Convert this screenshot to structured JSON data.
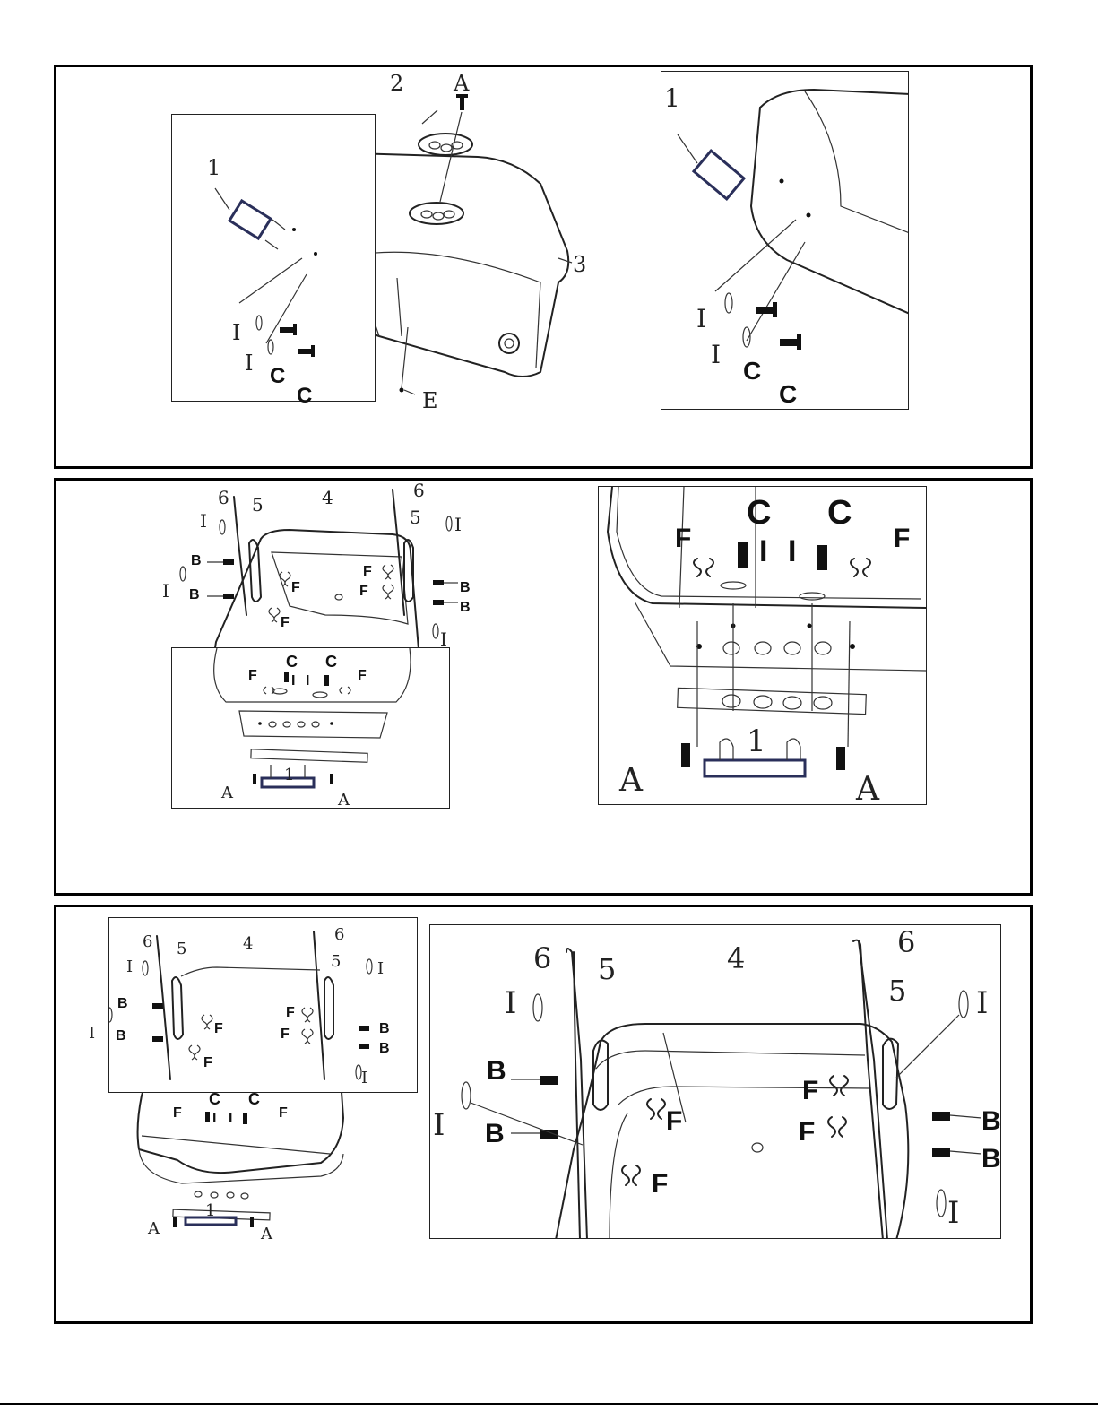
{
  "panels": [
    {
      "id": "step-1",
      "callouts": {
        "part_1": "1",
        "part_2": "2",
        "part_3": "3",
        "screw_a": "A",
        "bolt_c": "C",
        "washer_i": "I",
        "nut_e": "E"
      }
    },
    {
      "id": "step-2",
      "callouts": {
        "part_1": "1",
        "part_4": "4",
        "part_5": "5",
        "part_6": "6",
        "screw_a": "A",
        "bolt_b": "B",
        "bolt_c": "C",
        "wingnut_f": "F",
        "washer_i": "I"
      }
    },
    {
      "id": "step-3",
      "callouts": {
        "part_1": "1",
        "part_4": "4",
        "part_5": "5",
        "part_6": "6",
        "screw_a": "A",
        "bolt_b": "B",
        "bolt_c": "C",
        "wingnut_f": "F",
        "washer_i": "I"
      }
    }
  ],
  "colors": {
    "outline": "#222222",
    "handle": "#2a2f5a",
    "frame": "#000000"
  }
}
